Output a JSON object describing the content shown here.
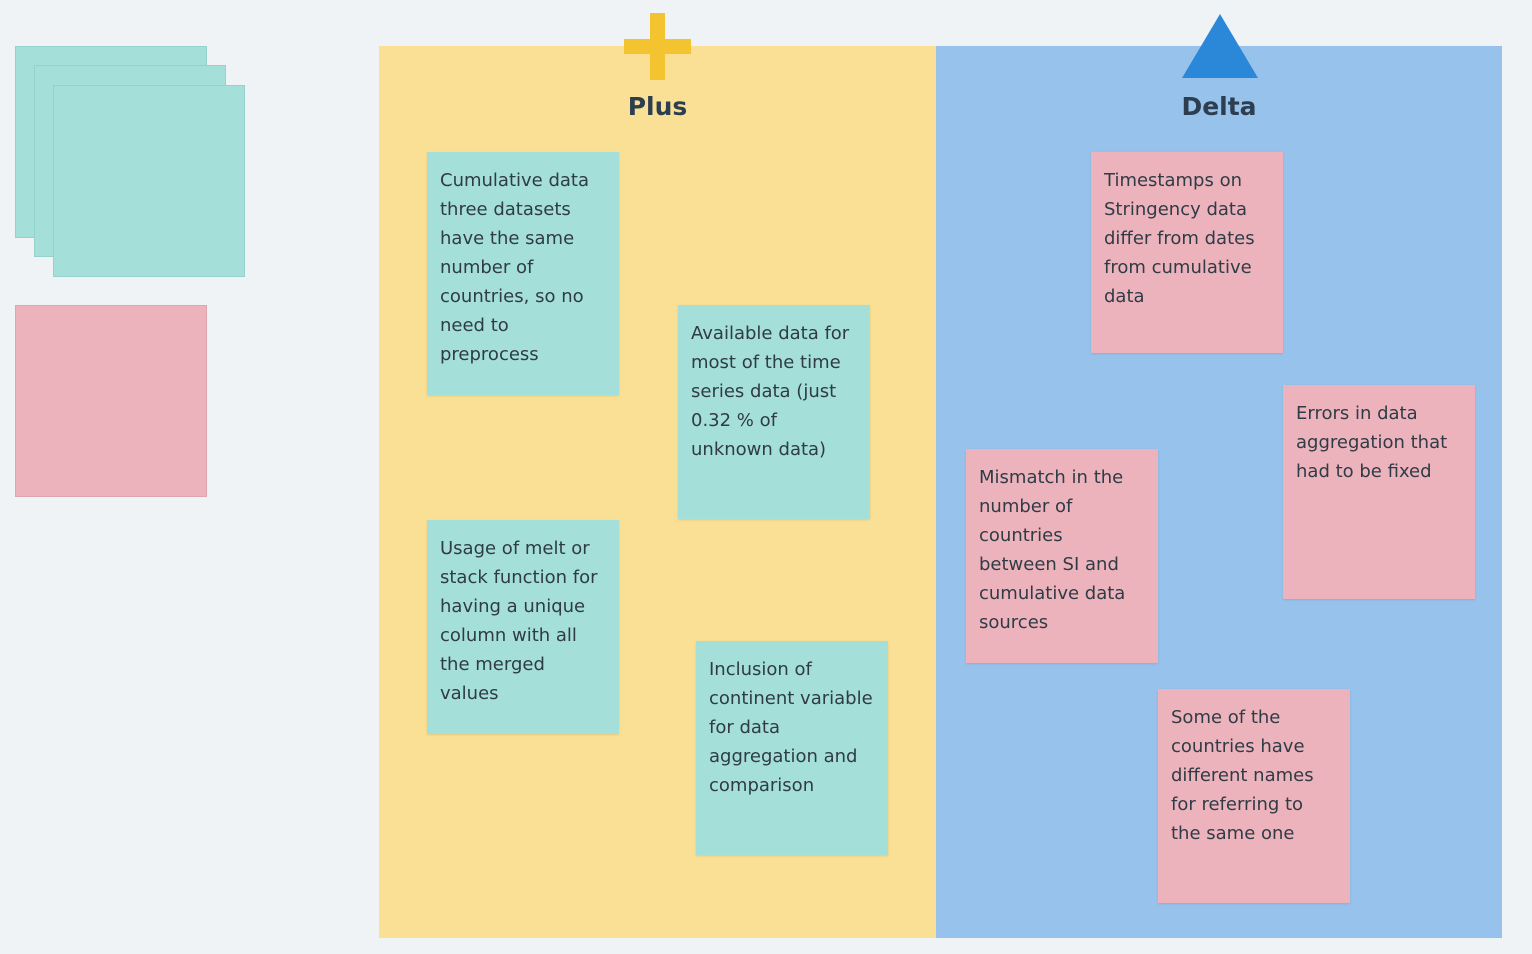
{
  "palette": {
    "teal_color": "#a4dfda",
    "pink_color": "#ecb3bd"
  },
  "board": {
    "plus": {
      "title": "Plus",
      "color": "#f9e094",
      "icon": "plus-icon",
      "notes": [
        "Cumulative data three datasets have the same number of countries, so no need to preprocess",
        "Available data for most of the time series data (just 0.32 % of unknown data)",
        "Usage of melt or stack function for having a unique column with all the merged values",
        "Inclusion of continent variable for data aggregation and comparison"
      ]
    },
    "delta": {
      "title": "Delta",
      "color": "#97c2eb",
      "icon": "triangle-icon",
      "notes": [
        "Timestamps on Stringency data differ from dates from cumulative data",
        "Errors in data aggregation that had to be fixed",
        "Mismatch in the number of countries between SI and cumulative data sources",
        "Some of the countries have different names for referring to the same one"
      ]
    }
  }
}
